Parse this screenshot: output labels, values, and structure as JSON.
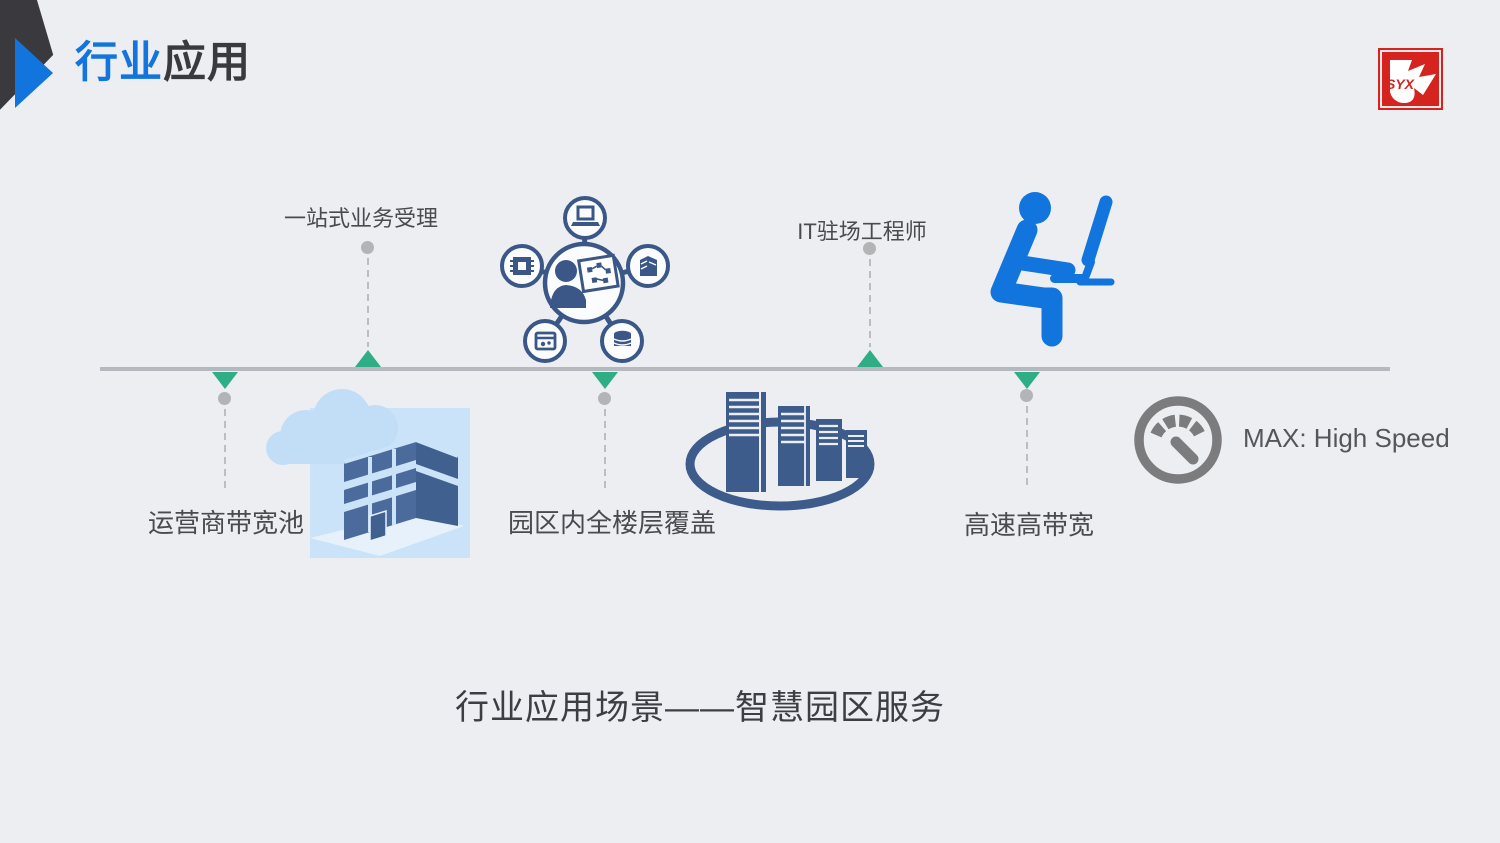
{
  "slide": {
    "title": {
      "accent": "行业",
      "rest": "应用"
    },
    "logo": {
      "text": "SYX"
    },
    "timeline": {
      "above_labels": [
        "一站式业务受理",
        "IT驻场工程师"
      ],
      "below_labels": [
        "运营商带宽池",
        "园区内全楼层覆盖",
        "高速高带宽"
      ],
      "speed_note": "MAX: High Speed"
    },
    "caption": "行业应用场景——智慧园区服务",
    "icons": {
      "hub": "network-hub-icon",
      "engineer": "person-at-computer-icon",
      "cloud_building": "cloud-building-icon",
      "servers": "server-rack-icon",
      "speedometer": "speedometer-icon",
      "logo_mark": "syx-arrow-logo-icon"
    },
    "colors": {
      "accent-blue": "#1274dd",
      "title-dark": "#3a3a3e",
      "bg": "#eceef2",
      "line-gray": "#b5b8bf",
      "green": "#2fae85",
      "dot-gray": "#b3b4b6",
      "dash-gray": "#bcbdc0",
      "label-dark": "#4a4a4f",
      "navy": "#3a5787",
      "steel-front": "#4a6b9c",
      "steel-side": "#40618f",
      "panel-blue": "#cae3f8",
      "cloud-blue": "#c2def7",
      "server-navy": "#3d5c8c",
      "speedo-gray": "#7c7c7e",
      "logo-red": "#d5231f",
      "caption-dark": "#3d3d44"
    }
  }
}
